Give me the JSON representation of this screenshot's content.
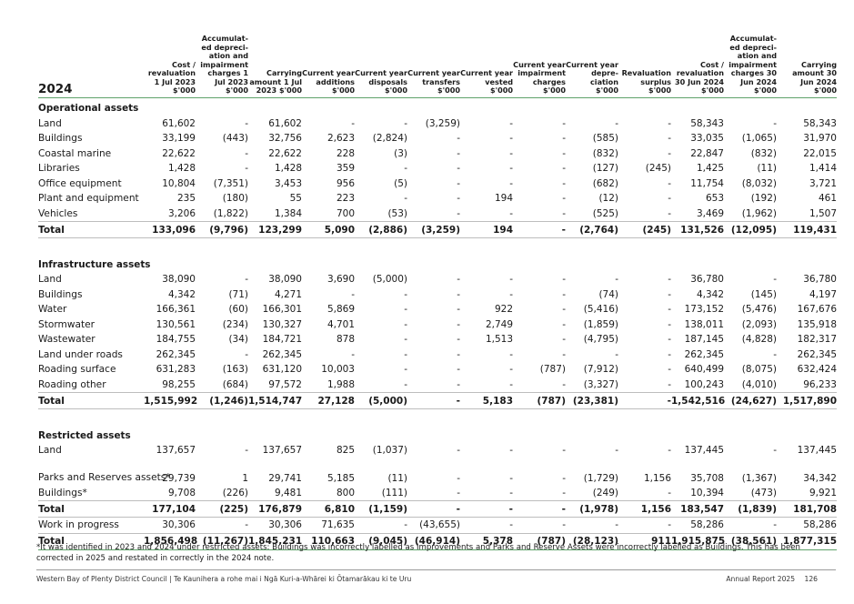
{
  "table": {
    "year_label": "2024",
    "headers": [
      "Cost / revaluation 1 Jul 2023 $'000",
      "Accumulat-ed depreci-ation and impairment charges 1 Jul 2023 $'000",
      "Carrying amount 1 Jul 2023 $'000",
      "Current year additions $'000",
      "Current year disposals $'000",
      "Current year transfers $'000",
      "Current year vested $'000",
      "Current year impairment charges $'000",
      "Current year depre-ciation $'000",
      "Revaluation surplus $'000",
      "Cost / revaluation 30 Jun 2024 $'000",
      "Accumulat-ed depreci-ation and impairment charges 30 Jun 2024 $'000",
      "Carrying amount 30 Jun 2024 $'000"
    ],
    "sections": [
      {
        "title": "Operational assets",
        "rows": [
          {
            "label": "Land",
            "values": [
              "61,602",
              "-",
              "61,602",
              "-",
              "-",
              "(3,259)",
              "-",
              "-",
              "-",
              "-",
              "58,343",
              "-",
              "58,343"
            ]
          },
          {
            "label": "Buildings",
            "values": [
              "33,199",
              "(443)",
              "32,756",
              "2,623",
              "(2,824)",
              "-",
              "-",
              "-",
              "(585)",
              "-",
              "33,035",
              "(1,065)",
              "31,970"
            ]
          },
          {
            "label": "Coastal marine",
            "values": [
              "22,622",
              "-",
              "22,622",
              "228",
              "(3)",
              "-",
              "-",
              "-",
              "(832)",
              "-",
              "22,847",
              "(832)",
              "22,015"
            ]
          },
          {
            "label": "Libraries",
            "values": [
              "1,428",
              "-",
              "1,428",
              "359",
              "-",
              "-",
              "-",
              "-",
              "(127)",
              "(245)",
              "1,425",
              "(11)",
              "1,414"
            ]
          },
          {
            "label": "Office equipment",
            "values": [
              "10,804",
              "(7,351)",
              "3,453",
              "956",
              "(5)",
              "-",
              "-",
              "-",
              "(682)",
              "-",
              "11,754",
              "(8,032)",
              "3,721"
            ]
          },
          {
            "label": "Plant and equipment",
            "values": [
              "235",
              "(180)",
              "55",
              "223",
              "-",
              "-",
              "194",
              "-",
              "(12)",
              "-",
              "653",
              "(192)",
              "461"
            ]
          },
          {
            "label": "Vehicles",
            "values": [
              "3,206",
              "(1,822)",
              "1,384",
              "700",
              "(53)",
              "-",
              "-",
              "-",
              "(525)",
              "-",
              "3,469",
              "(1,962)",
              "1,507"
            ]
          }
        ],
        "total": {
          "label": "Total",
          "values": [
            "133,096",
            "(9,796)",
            "123,299",
            "5,090",
            "(2,886)",
            "(3,259)",
            "194",
            "-",
            "(2,764)",
            "(245)",
            "131,526",
            "(12,095)",
            "119,431"
          ]
        }
      },
      {
        "title": "Infrastructure assets",
        "rows": [
          {
            "label": "Land",
            "values": [
              "38,090",
              "-",
              "38,090",
              "3,690",
              "(5,000)",
              "-",
              "-",
              "-",
              "-",
              "-",
              "36,780",
              "-",
              "36,780"
            ]
          },
          {
            "label": "Buildings",
            "values": [
              "4,342",
              "(71)",
              "4,271",
              "-",
              "-",
              "-",
              "-",
              "-",
              "(74)",
              "-",
              "4,342",
              "(145)",
              "4,197"
            ]
          },
          {
            "label": "Water",
            "values": [
              "166,361",
              "(60)",
              "166,301",
              "5,869",
              "-",
              "-",
              "922",
              "-",
              "(5,416)",
              "-",
              "173,152",
              "(5,476)",
              "167,676"
            ]
          },
          {
            "label": "Stormwater",
            "values": [
              "130,561",
              "(234)",
              "130,327",
              "4,701",
              "-",
              "-",
              "2,749",
              "-",
              "(1,859)",
              "-",
              "138,011",
              "(2,093)",
              "135,918"
            ]
          },
          {
            "label": "Wastewater",
            "values": [
              "184,755",
              "(34)",
              "184,721",
              "878",
              "-",
              "-",
              "1,513",
              "-",
              "(4,795)",
              "-",
              "187,145",
              "(4,828)",
              "182,317"
            ]
          },
          {
            "label": "Land under roads",
            "values": [
              "262,345",
              "-",
              "262,345",
              "-",
              "-",
              "-",
              "-",
              "-",
              "-",
              "-",
              "262,345",
              "-",
              "262,345"
            ]
          },
          {
            "label": "Roading surface",
            "values": [
              "631,283",
              "(163)",
              "631,120",
              "10,003",
              "-",
              "-",
              "-",
              "(787)",
              "(7,912)",
              "-",
              "640,499",
              "(8,075)",
              "632,424"
            ]
          },
          {
            "label": "Roading other",
            "values": [
              "98,255",
              "(684)",
              "97,572",
              "1,988",
              "-",
              "-",
              "-",
              "-",
              "(3,327)",
              "-",
              "100,243",
              "(4,010)",
              "96,233"
            ]
          }
        ],
        "total": {
          "label": "Total",
          "values": [
            "1,515,992",
            "(1,246)",
            "1,514,747",
            "27,128",
            "(5,000)",
            "-",
            "5,183",
            "(787)",
            "(23,381)",
            "-",
            "1,542,516",
            "(24,627)",
            "1,517,890"
          ]
        }
      },
      {
        "title": "Restricted assets",
        "rows": [
          {
            "label": "Land",
            "values": [
              "137,657",
              "-",
              "137,657",
              "825",
              "(1,037)",
              "-",
              "-",
              "-",
              "-",
              "-",
              "137,445",
              "-",
              "137,445"
            ]
          },
          {
            "label": "Parks and Reserves assets*",
            "values": [
              "29,739",
              "1",
              "29,741",
              "5,185",
              "(11)",
              "-",
              "-",
              "-",
              "(1,729)",
              "1,156",
              "35,708",
              "(1,367)",
              "34,342"
            ]
          },
          {
            "label": "Buildings*",
            "values": [
              "9,708",
              "(226)",
              "9,481",
              "800",
              "(111)",
              "-",
              "-",
              "-",
              "(249)",
              "-",
              "10,394",
              "(473)",
              "9,921"
            ]
          }
        ],
        "total": {
          "label": "Total",
          "values": [
            "177,104",
            "(225)",
            "176,879",
            "6,810",
            "(1,159)",
            "-",
            "-",
            "-",
            "(1,978)",
            "1,156",
            "183,547",
            "(1,839)",
            "181,708"
          ]
        }
      }
    ],
    "wip": {
      "label": "Work in progress",
      "values": [
        "30,306",
        "-",
        "30,306",
        "71,635",
        "-",
        "(43,655)",
        "-",
        "-",
        "-",
        "-",
        "58,286",
        "-",
        "58,286"
      ]
    },
    "grand_total": {
      "label": "Total",
      "values": [
        "1,856,498",
        "(11,267)",
        "1,845,231",
        "110,663",
        "(9,045)",
        "(46,914)",
        "5,378",
        "(787)",
        "(28,123)",
        "911",
        "1,915,875",
        "(38,561)",
        "1,877,315"
      ]
    }
  },
  "footnote": "*It was identified in 2023 and 2024 under restricted assets: Buildings was incorrectly labelled as Improvements and Parks and Reserve Assets were incorrectly labelled as Buildings. This has been corrected in 2025 and restated in correctly in the 2024 note.",
  "footer": {
    "left": "Western Bay of Plenty District Council | Te Kaunihera a rohe mai i Ngā Kuri-a-Whārei ki Ōtamarākau ki te Uru",
    "report": "Annual Report 2025",
    "page": "126"
  },
  "colors": {
    "accent_rule": "#5fa26a"
  }
}
